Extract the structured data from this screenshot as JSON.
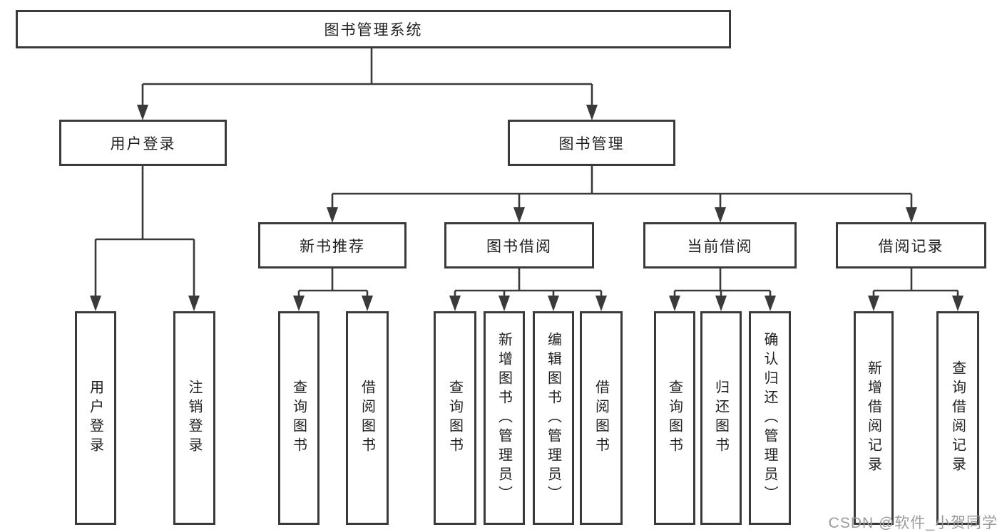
{
  "diagram": {
    "title": "图书管理系统",
    "branches": [
      {
        "label": "用户登录",
        "children": [
          {
            "label": "用户登录"
          },
          {
            "label": "注销登录"
          }
        ]
      },
      {
        "label": "图书管理",
        "children": [
          {
            "label": "新书推荐",
            "children": [
              {
                "label": "查询图书"
              },
              {
                "label": "借阅图书"
              }
            ]
          },
          {
            "label": "图书借阅",
            "children": [
              {
                "label": "查询图书"
              },
              {
                "label": "新增图书（管理员）"
              },
              {
                "label": "编辑图书（管理员）"
              },
              {
                "label": "借阅图书"
              }
            ]
          },
          {
            "label": "当前借阅",
            "children": [
              {
                "label": "查询图书"
              },
              {
                "label": "归还图书"
              },
              {
                "label": "确认归还（管理员）"
              }
            ]
          },
          {
            "label": "借阅记录",
            "children": [
              {
                "label": "新增借阅记录"
              },
              {
                "label": "查询借阅记录"
              }
            ]
          }
        ]
      }
    ]
  },
  "watermark": {
    "text": "CSDN @软件_小贺同学",
    "color": "#9b9b9b"
  },
  "colors": {
    "line": "#3a3a3a",
    "box_border": "#3a3a3a",
    "box_background": "#ffffff",
    "text": "#1f1f1f",
    "page_background": "#ffffff"
  }
}
